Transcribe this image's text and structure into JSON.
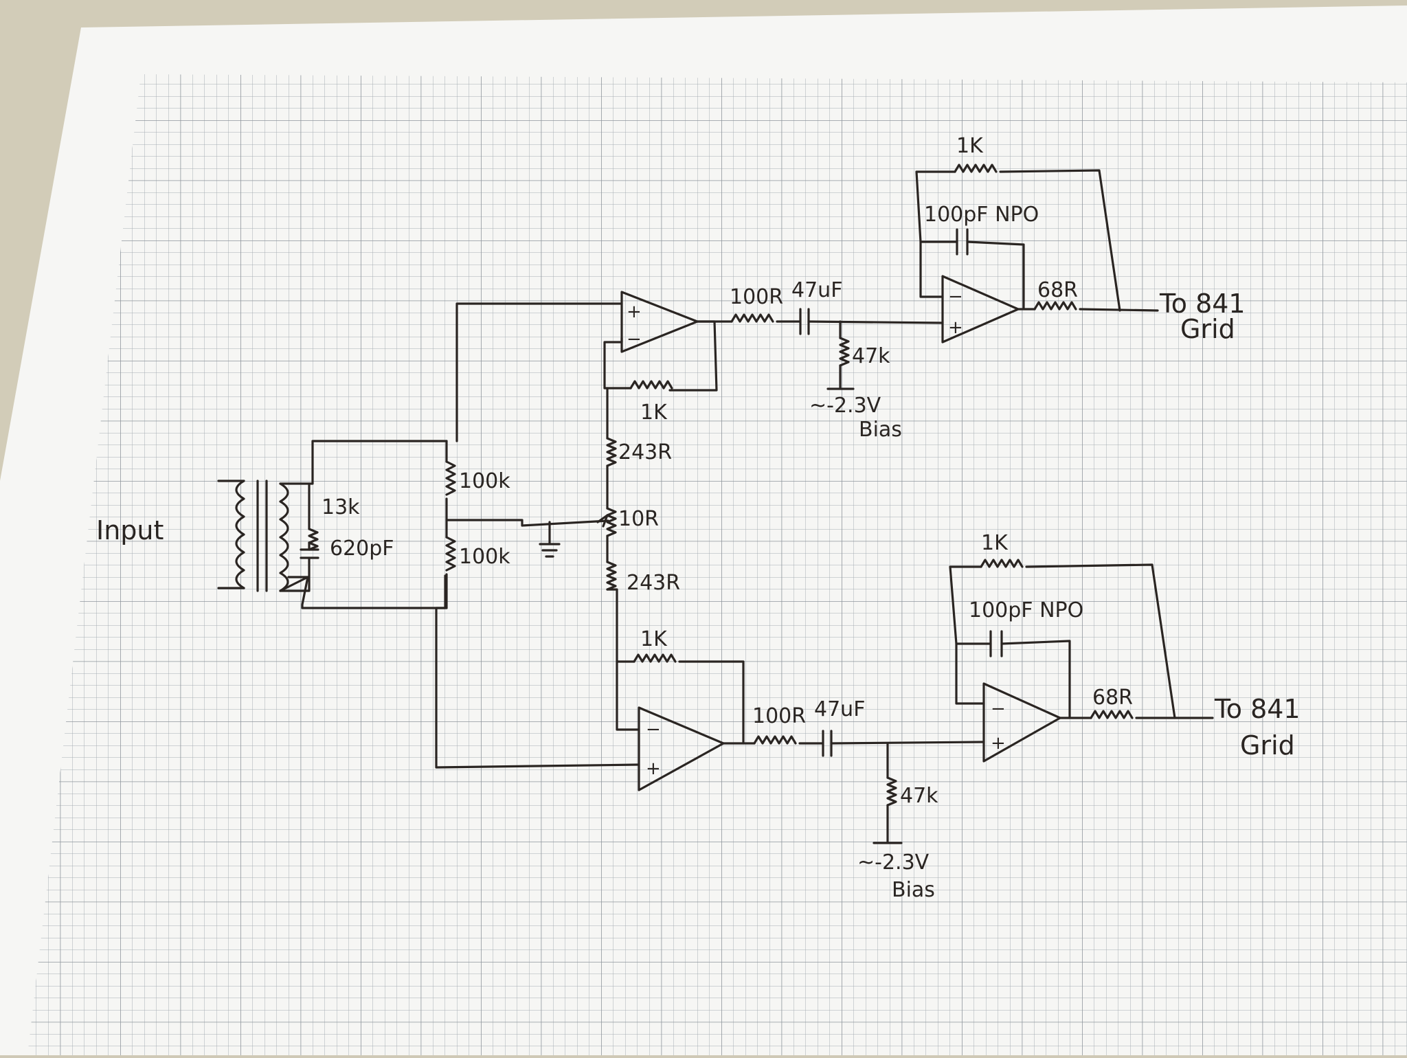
{
  "colors": {
    "ink": "#2a2522",
    "paper": "#f6f6f4",
    "grid": "#9aa1a8",
    "background": "#cfc9b6"
  },
  "labels": {
    "input": "Input",
    "r_13k": "13k",
    "c_620pf": "620pF",
    "r_100k_top": "100k",
    "r_100k_bottom": "100k",
    "r_243r_top": "243R",
    "r_10r": "10R",
    "r_243r_bottom": "243R",
    "r_1k_fb_top": "1K",
    "r_1k_fb_bottom": "1K",
    "r_100r_top": "100R",
    "c_47uf_top": "47uF",
    "r_47k_top": "47k",
    "bias_v_top": "~-2.3V",
    "bias_top": "Bias",
    "r_100r_bottom": "100R",
    "c_47uf_bottom": "47uF",
    "r_47k_bottom": "47k",
    "bias_v_bottom": "~-2.3V",
    "bias_bottom": "Bias",
    "r_1k_buf_top": "1K",
    "c_100pf_top": "100pF NPO",
    "r_68r_top": "68R",
    "out_top_1": "To 841",
    "out_top_2": "Grid",
    "r_1k_buf_bottom": "1K",
    "c_100pf_bottom": "100pF NPO",
    "r_68r_bottom": "68R",
    "out_bottom_1": "To 841",
    "out_bottom_2": "Grid",
    "plus": "+",
    "minus": "−"
  }
}
